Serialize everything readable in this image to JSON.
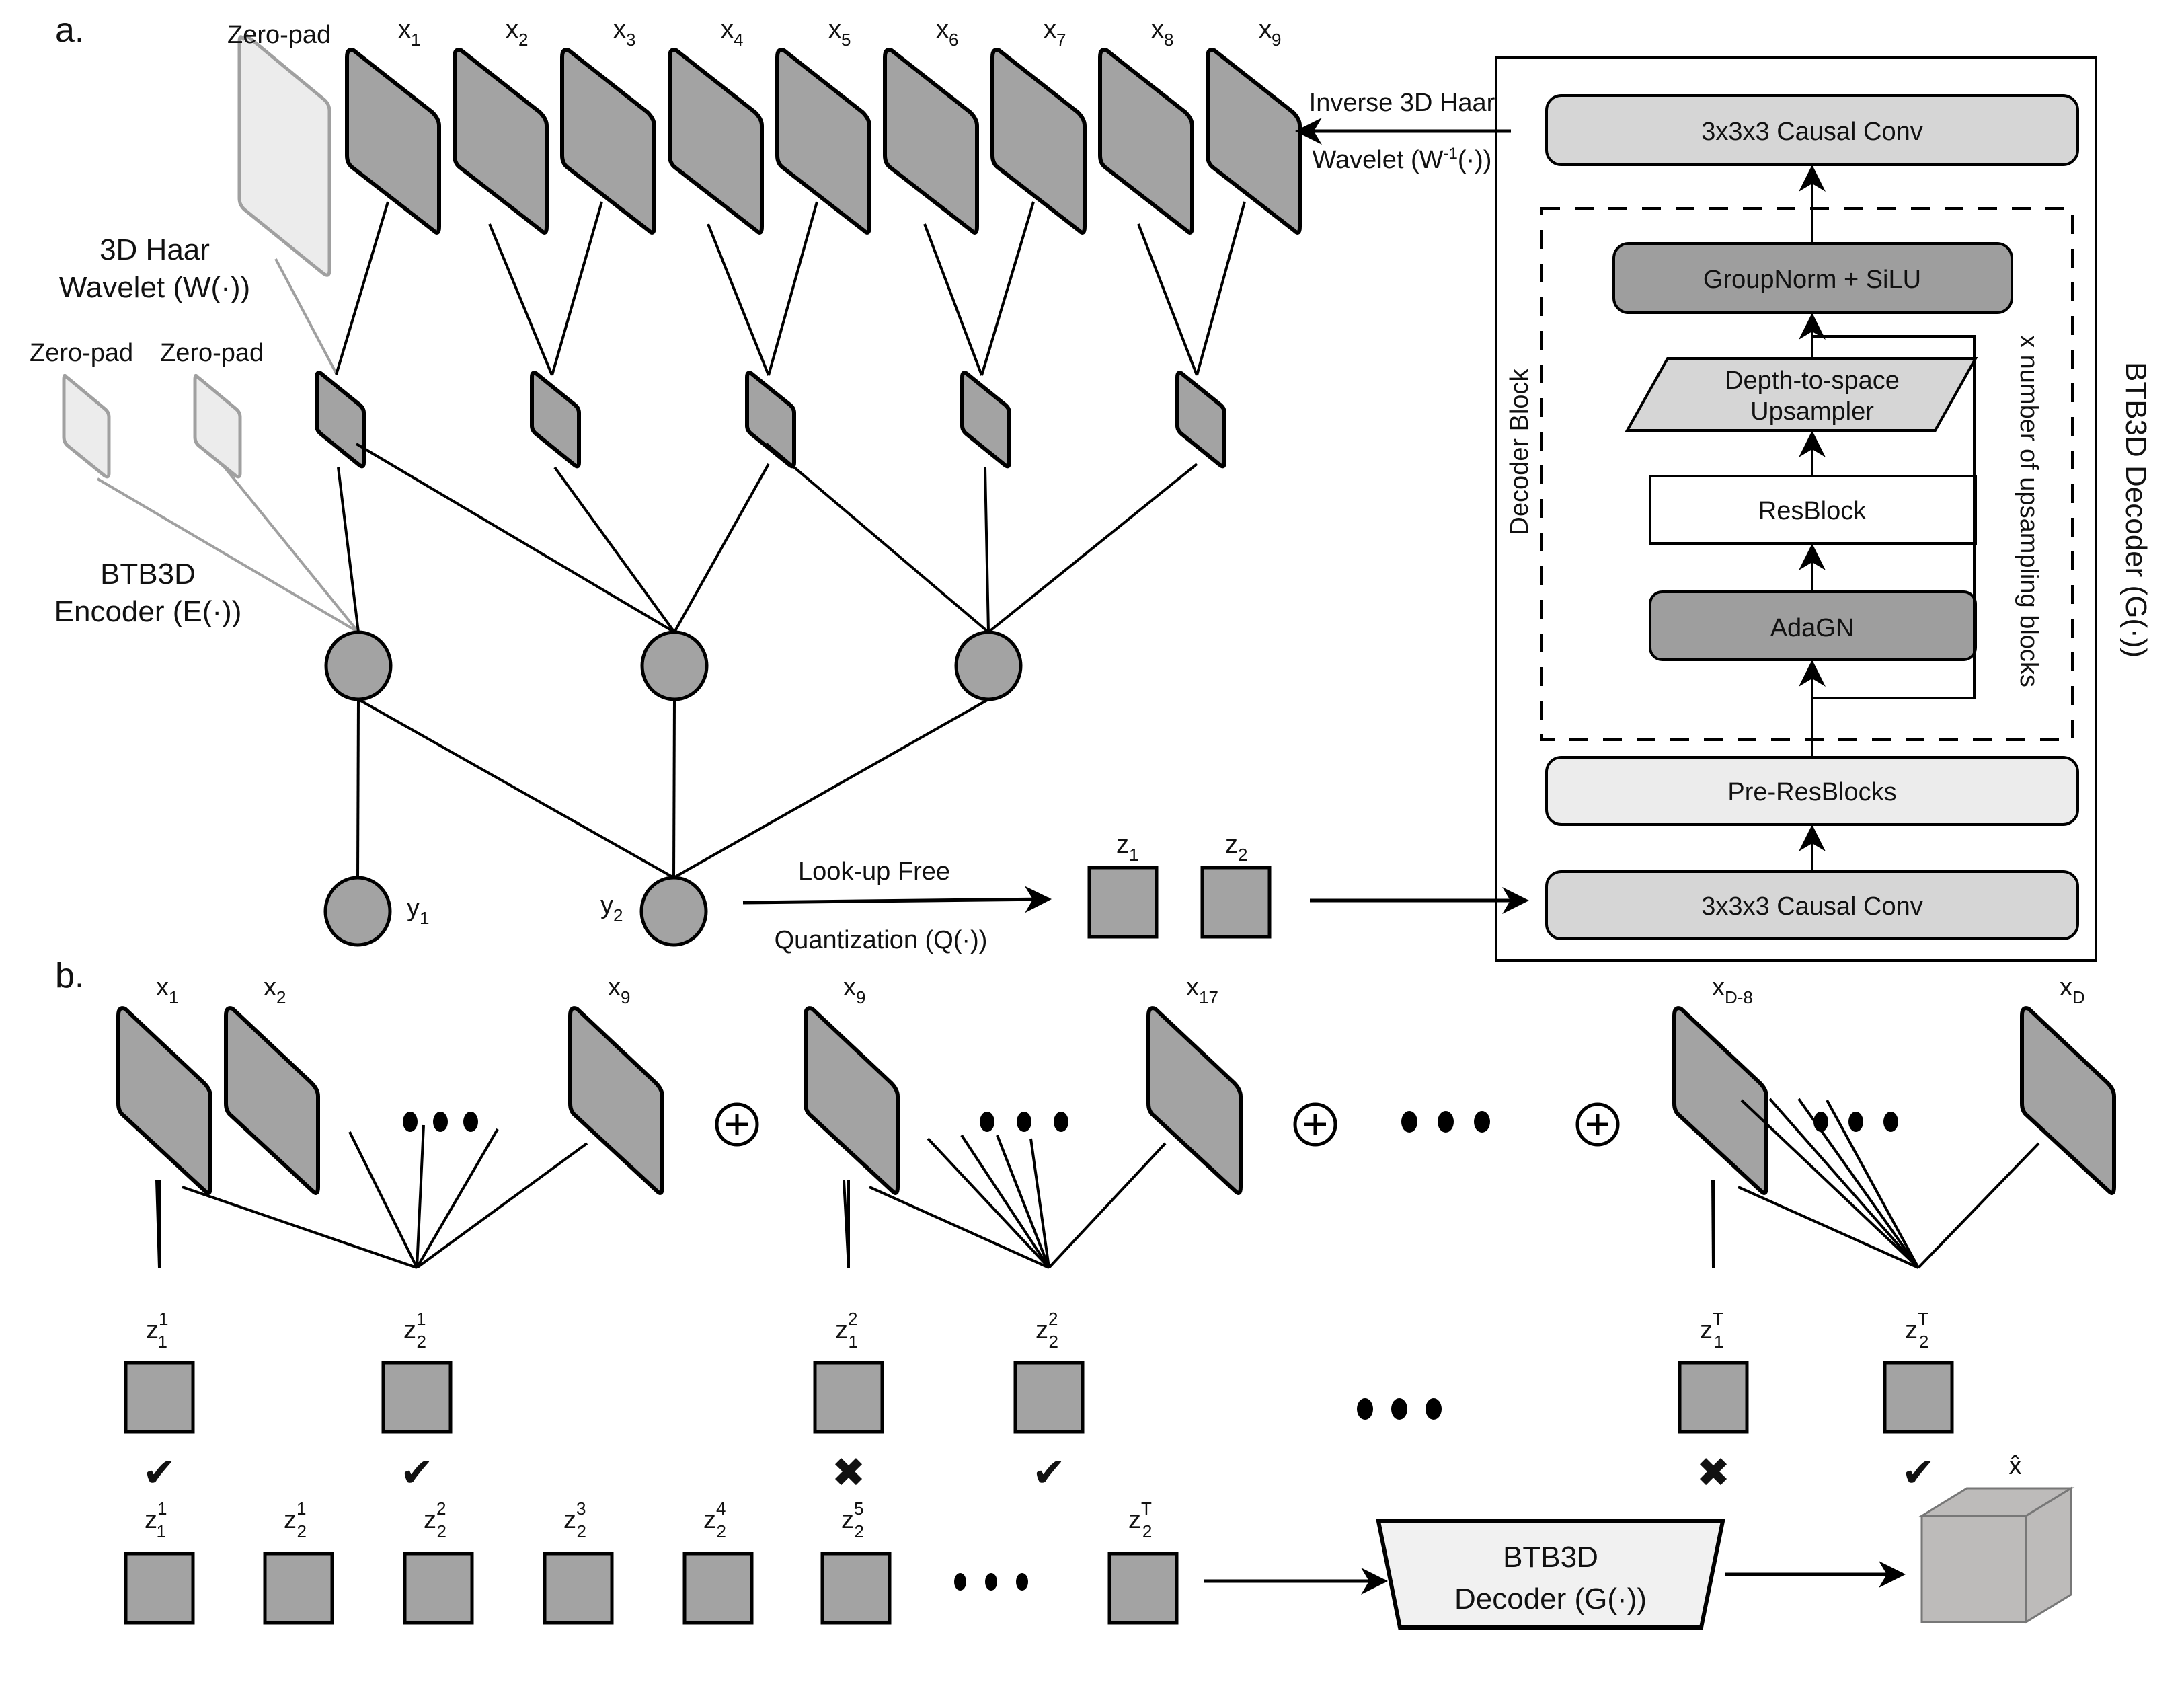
{
  "panels": {
    "a": "a.",
    "b": "b."
  },
  "panel_a": {
    "frames_top": [
      {
        "base": "x",
        "sub": "1"
      },
      {
        "base": "x",
        "sub": "2"
      },
      {
        "base": "x",
        "sub": "3"
      },
      {
        "base": "x",
        "sub": "4"
      },
      {
        "base": "x",
        "sub": "5"
      },
      {
        "base": "x",
        "sub": "6"
      },
      {
        "base": "x",
        "sub": "7"
      },
      {
        "base": "x",
        "sub": "8"
      },
      {
        "base": "x",
        "sub": "9"
      }
    ],
    "zero_pad_top": "Zero-pad",
    "zero_pad_left_1": "Zero-pad",
    "zero_pad_left_2": "Zero-pad",
    "haar_label_1": "3D Haar",
    "haar_label_2": "Wavelet (W(·))",
    "encoder_label_1": "BTB3D",
    "encoder_label_2": "Encoder (E(·))",
    "y_nodes": [
      {
        "base": "y",
        "sub": "1"
      },
      {
        "base": "y",
        "sub": "2"
      }
    ],
    "quant_label_1": "Look-up Free",
    "quant_label_2": "Quantization (Q(·))",
    "z_tokens": [
      {
        "base": "z",
        "sub": "1"
      },
      {
        "base": "z",
        "sub": "2"
      }
    ],
    "inverse_label_1": "Inverse 3D Haar",
    "inverse_label_2": "Wavelet (W",
    "inverse_label_sup": "-1",
    "inverse_label_3": "(·))",
    "decoder": {
      "title": "BTB3D Decoder (G(·))",
      "block_label": "Decoder Block",
      "repeat_label": "x number of upsampling blocks",
      "layers": {
        "causal_conv_top": "3x3x3 Causal Conv",
        "groupnorm": "GroupNorm + SiLU",
        "upsampler_1": "Depth-to-space",
        "upsampler_2": "Upsampler",
        "resblock": "ResBlock",
        "adagn": "AdaGN",
        "pre_resblocks": "Pre-ResBlocks",
        "causal_conv_bottom": "3x3x3 Causal Conv"
      },
      "colors": {
        "causal_conv": "#d6d6d6",
        "groupnorm": "#9e9e9e",
        "upsampler": "#d6d6d6",
        "resblock": "#ffffff",
        "adagn": "#9e9e9e",
        "pre_resblocks": "#ececec"
      }
    }
  },
  "panel_b": {
    "groups": [
      {
        "frames": [
          {
            "base": "x",
            "sub": "1"
          },
          {
            "base": "x",
            "sub": "2"
          },
          {
            "base": "x",
            "sub": "9"
          }
        ],
        "tokens": [
          {
            "base": "z",
            "sub": "1",
            "sup": "1",
            "status": "keep"
          },
          {
            "base": "z",
            "sub": "2",
            "sup": "1",
            "status": "keep"
          }
        ]
      },
      {
        "frames": [
          {
            "base": "x",
            "sub": "9"
          },
          {
            "base": "x",
            "sub": "17"
          }
        ],
        "tokens": [
          {
            "base": "z",
            "sub": "1",
            "sup": "2",
            "status": "drop"
          },
          {
            "base": "z",
            "sub": "2",
            "sup": "2",
            "status": "keep"
          }
        ]
      },
      {
        "frames": [
          {
            "base": "x",
            "sub": "D-8"
          },
          {
            "base": "x",
            "sub": "D"
          }
        ],
        "tokens": [
          {
            "base": "z",
            "sub": "1",
            "sup": "T",
            "status": "drop"
          },
          {
            "base": "z",
            "sub": "2",
            "sup": "T",
            "status": "keep"
          }
        ]
      }
    ],
    "sequence": [
      {
        "base": "z",
        "sub": "1",
        "sup": "1"
      },
      {
        "base": "z",
        "sub": "2",
        "sup": "1"
      },
      {
        "base": "z",
        "sub": "2",
        "sup": "2"
      },
      {
        "base": "z",
        "sub": "2",
        "sup": "3"
      },
      {
        "base": "z",
        "sub": "2",
        "sup": "4"
      },
      {
        "base": "z",
        "sub": "2",
        "sup": "5"
      },
      {
        "base": "z",
        "sub": "2",
        "sup": "T"
      }
    ],
    "decoder_label_1": "BTB3D",
    "decoder_label_2": "Decoder (G(·))",
    "output_label": "x̂",
    "keep_symbol": "✔",
    "drop_symbol": "✖"
  }
}
